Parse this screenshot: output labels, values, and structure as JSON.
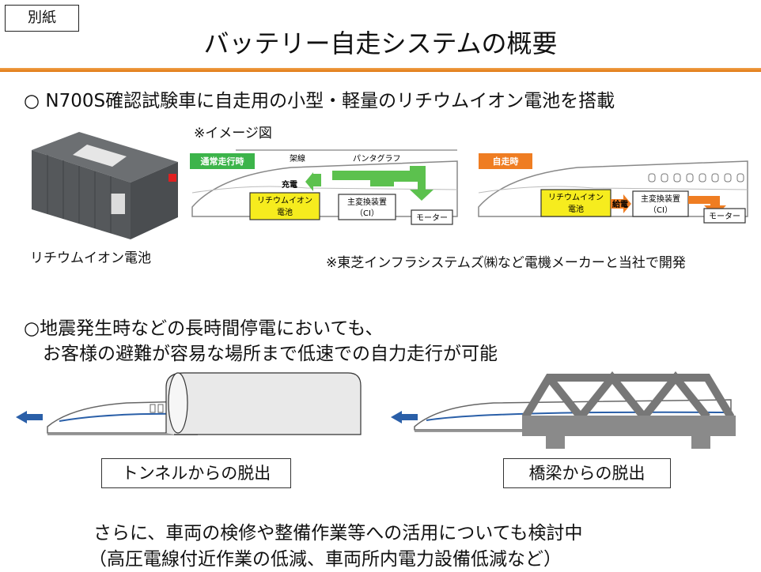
{
  "header": {
    "tag": "別紙",
    "title": "バッテリー自走システムの概要"
  },
  "section1": {
    "bullet": "○ N700S確認試験車に自走用の小型・軽量のリチウムイオン電池を搭載",
    "image_note": "※イメージ図",
    "battery_caption": "リチウムイオン電池",
    "developer_note": "※東芝インフラシステムズ㈱など電機メーカーと当社で開発",
    "normal": {
      "badge": "通常走行時",
      "overhead_line": "架線",
      "pantograph": "パンタグラフ",
      "charge": "充電",
      "battery_l1": "リチウムイオン",
      "battery_l2": "電池",
      "converter_l1": "主変換装置",
      "converter_l2": "（CI）",
      "motor": "モーター"
    },
    "selfrun": {
      "badge": "自走時",
      "battery_l1": "リチウムイオン",
      "battery_l2": "電池",
      "supply": "給電",
      "converter_l1": "主変換装置",
      "converter_l2": "（CI）",
      "motor": "モーター"
    }
  },
  "section2": {
    "line1": "○地震発生時などの長時間停電においても、",
    "line2": "お客様の避難が容易な場所まで低速での自力走行が可能",
    "tunnel_label": "トンネルからの脱出",
    "bridge_label": "橋梁からの脱出"
  },
  "footer": {
    "line1": "さらに、車両の検修や整備作業等への活用についても検討中",
    "line2": "（高圧電線付近作業の低減、車両所内電力設備低減など）"
  },
  "colors": {
    "green": "#3cb44a",
    "orange": "#ef7d22",
    "yellow": "#f6ec1e",
    "arrow_blue": "#2a5fa8"
  }
}
